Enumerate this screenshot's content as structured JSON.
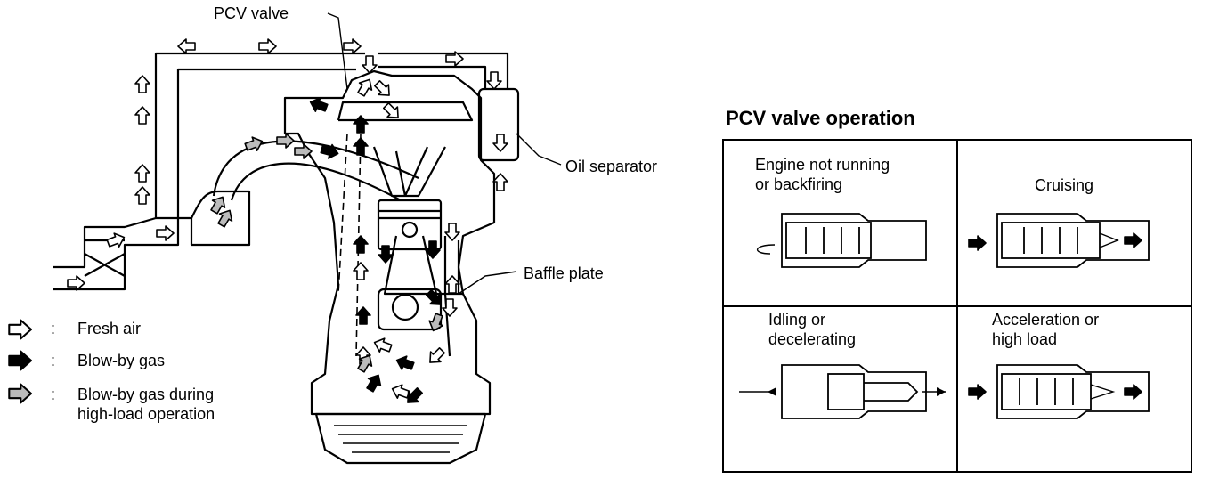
{
  "callouts": {
    "pcv_valve": "PCV valve",
    "oil_separator": "Oil separator",
    "baffle_plate": "Baffle plate"
  },
  "legend": {
    "separator": ":",
    "fresh_air": "Fresh air",
    "blow_by_gas": "Blow-by gas",
    "blow_by_high_load": "Blow-by gas during\nhigh-load operation"
  },
  "operation": {
    "title": "PCV valve operation",
    "panels": [
      "Engine not running\nor backfiring",
      "Cruising",
      "Idling or\ndecelerating",
      "Acceleration or\nhigh load"
    ]
  },
  "colors": {
    "ink": "#000000",
    "paper": "#ffffff"
  }
}
